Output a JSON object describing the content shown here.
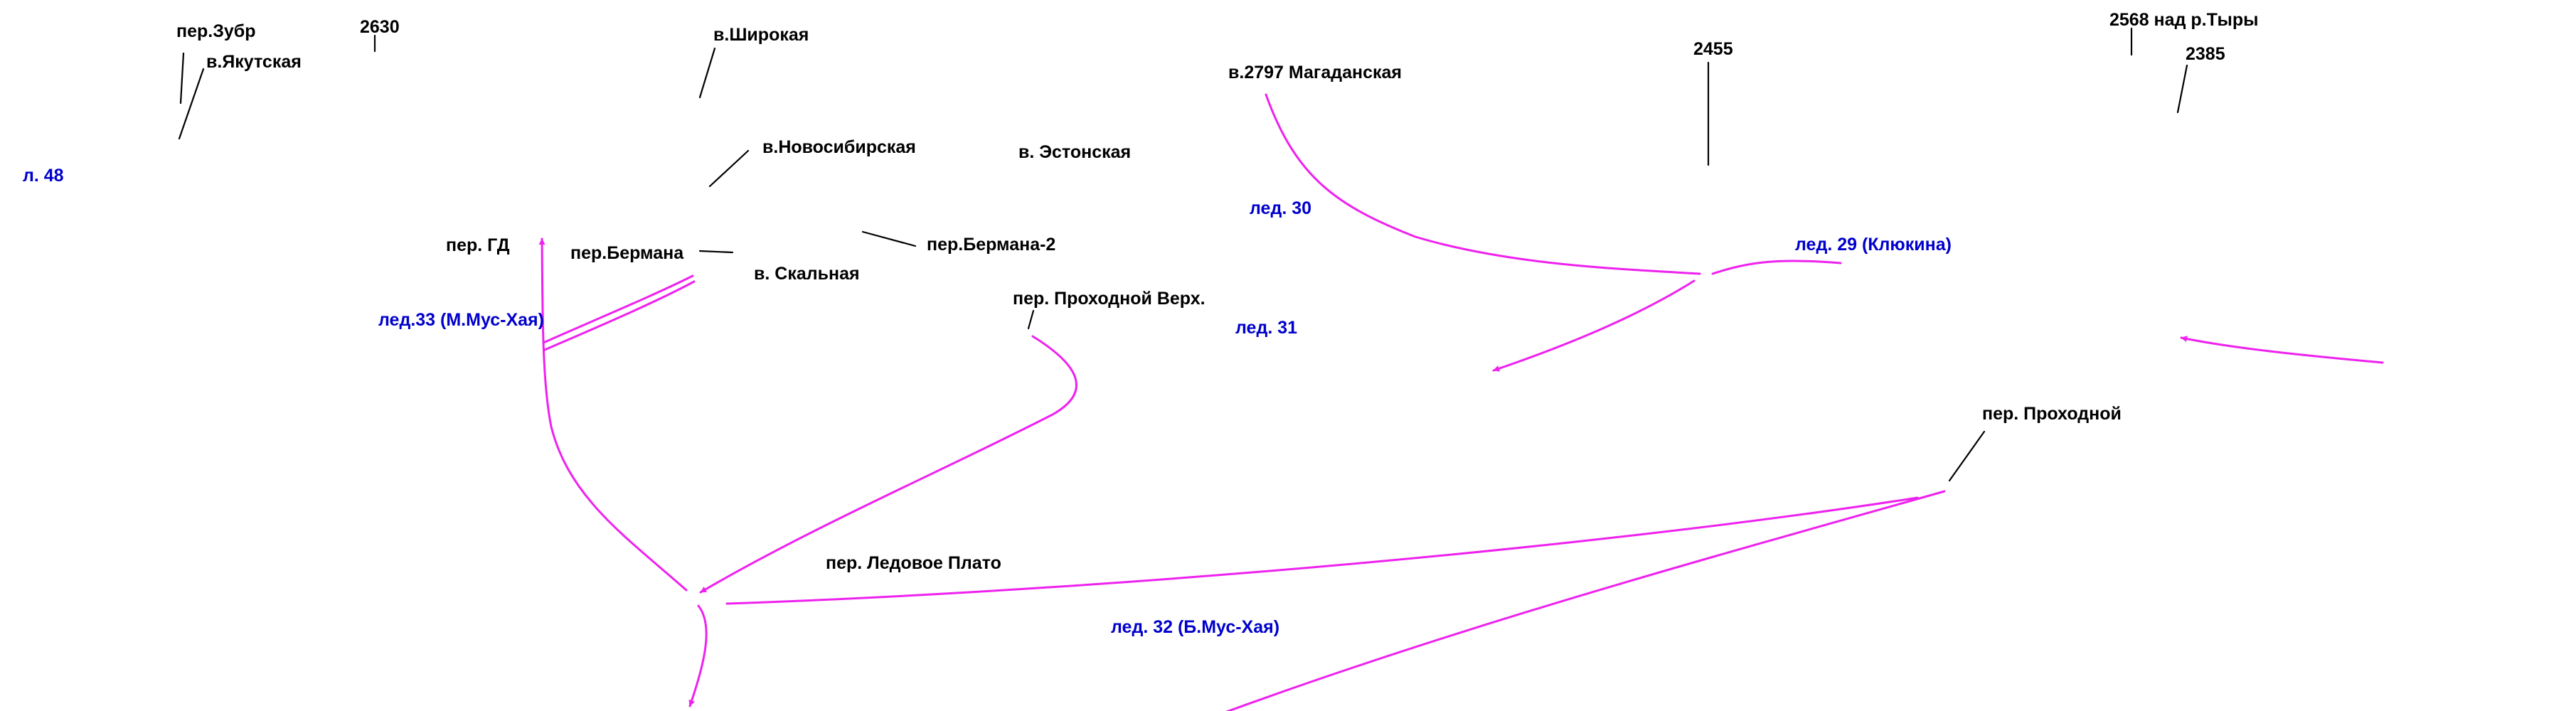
{
  "colors": {
    "peak_label": "#000000",
    "glacier_label": "#0000cc",
    "route": "#ee22ee",
    "leader": "#000000",
    "background": "#ffffff"
  },
  "labels": {
    "per_zubr": "пер.Зубр",
    "peak_2630": "2630",
    "v_yakutskaya": "в.Якутская",
    "v_shirokaya": "в.Широкая",
    "v_novosibirskaya": "в.Новосибирская",
    "v_estonskaya": "в. Эстонская",
    "v_2797_magadanskaya": "в.2797 Магаданская",
    "peak_2455": "2455",
    "peak_2568": "2568 над р.Тыры",
    "peak_2385": "2385",
    "led_48": "л. 48",
    "per_gd": "пер. ГД",
    "per_bermana": "пер.Бермана",
    "per_bermana_2": "пер.Бермана-2",
    "v_skalnaya": "в. Скальная",
    "led_30": "лед. 30",
    "led_29": "лед. 29 (Клюкина)",
    "per_prokhodnoy_verkh": "пер. Проходной Верх.",
    "led_33": "лед.33 (М.Мус-Хая)",
    "led_31": "лед. 31",
    "per_prokhodnoy": "пер. Проходной",
    "per_ledovoe_plato": "пер. Ледовое Плато",
    "led_32": "лед. 32 (Б.Мус-Хая)"
  }
}
